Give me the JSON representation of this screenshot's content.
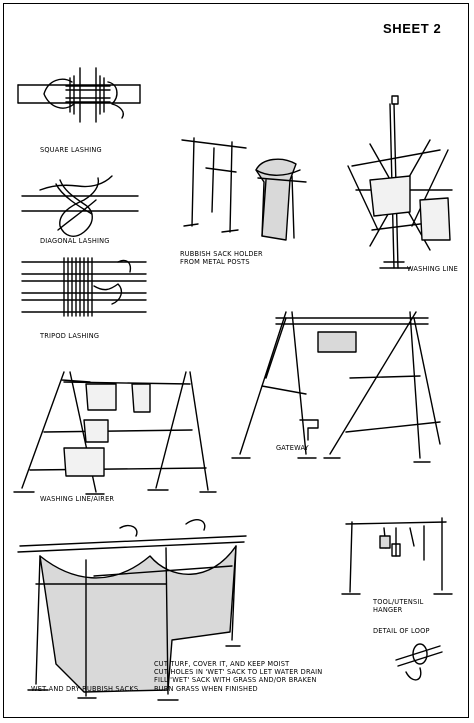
{
  "sheet_title": "SHEET 2",
  "captions": {
    "square_lashing": "SQUARE LASHING",
    "diagonal_lashing": "DIAGONAL LASHING",
    "tripod_lashing": "TRIPOD LASHING",
    "rubbish_sack_holder": "RUBBISH SACK HOLDER\nFROM METAL POSTS",
    "washing_line": "WASHING LINE",
    "gateway": "GATEWAY",
    "washing_line_airer": "WASHING LINE/AIRER",
    "tool_utensil_hanger": "TOOL/UTENSIL\nHANGER",
    "detail_of_loop": "DETAIL OF LOOP",
    "wet_dry_sacks": "WET AND DRY RUBBISH SACKS",
    "sack_instructions": [
      "CUT TURF, COVER IT, AND KEEP MOIST",
      "CUT HOLES IN 'WET' SACK TO LET WATER DRAIN",
      "FILL 'WET' SACK WITH GRASS AND/OR BRAKEN",
      "BURN GRASS WHEN FINISHED"
    ]
  },
  "colors": {
    "ink": "#000000",
    "paper": "#ffffff",
    "sack_fill": "#d9d9d9",
    "cloth_fill": "#f2f2f2"
  }
}
